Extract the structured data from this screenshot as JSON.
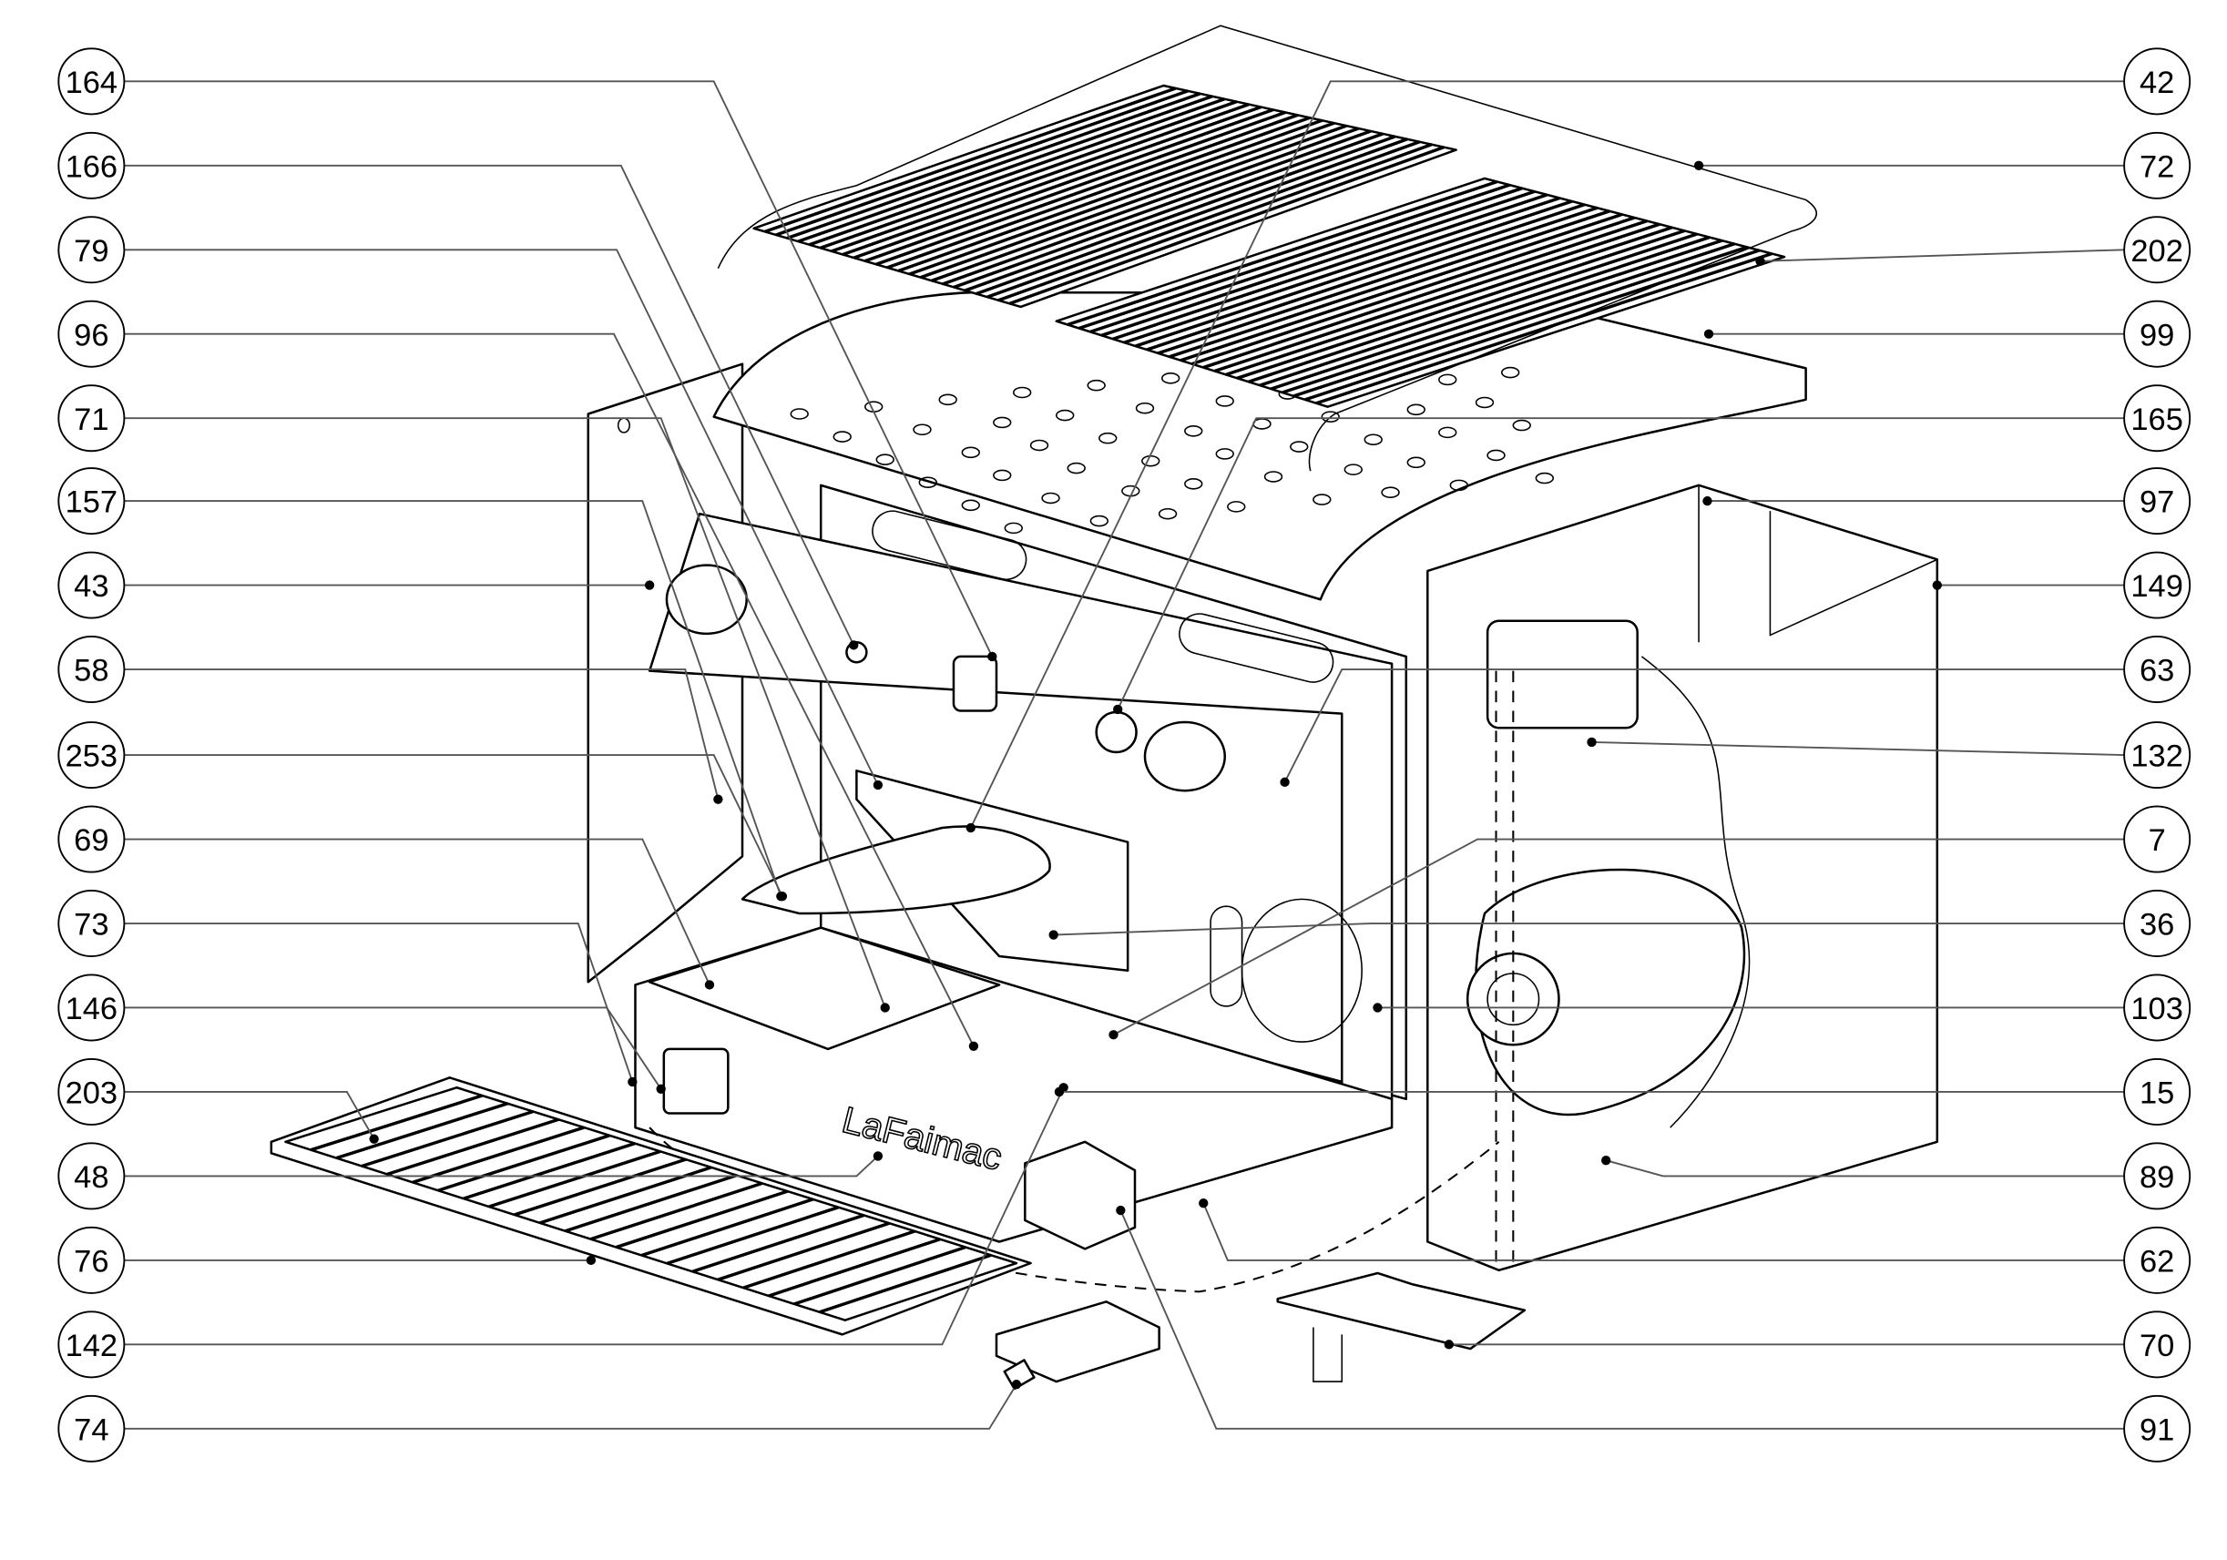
{
  "diagram": {
    "brand_logo": "LaFaimac",
    "left_callouts": [
      "164",
      "166",
      "79",
      "96",
      "71",
      "157",
      "43",
      "58",
      "253",
      "69",
      "73",
      "146",
      "203",
      "48",
      "76",
      "142",
      "74"
    ],
    "right_callouts": [
      "42",
      "72",
      "202",
      "99",
      "165",
      "97",
      "149",
      "63",
      "132",
      "7",
      "36",
      "103",
      "15",
      "89",
      "62",
      "70",
      "91"
    ]
  }
}
